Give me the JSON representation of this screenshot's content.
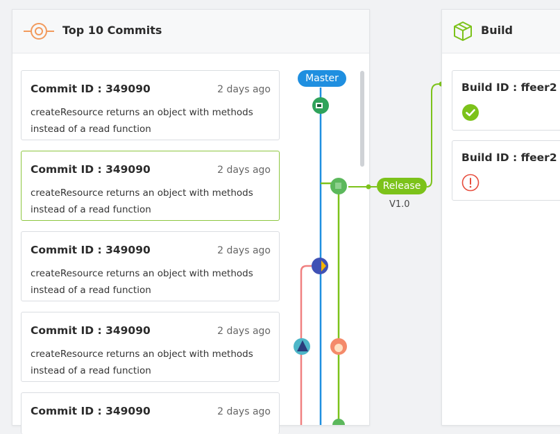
{
  "commits_panel": {
    "title": "Top 10 Commits",
    "commits": [
      {
        "id_label": "Commit ID : 349090",
        "time": "2 days ago",
        "message": "createResource returns an object with methods instead of a read function"
      },
      {
        "id_label": "Commit ID : 349090",
        "time": "2 days ago",
        "message": "createResource returns an object with methods instead of a read function"
      },
      {
        "id_label": "Commit ID : 349090",
        "time": "2 days ago",
        "message": "createResource returns an object with methods instead of a read function"
      },
      {
        "id_label": "Commit ID : 349090",
        "time": "2 days ago",
        "message": "createResource returns an object with methods instead of a read function"
      },
      {
        "id_label": "Commit ID : 349090",
        "time": "2 days ago",
        "message": ""
      }
    ]
  },
  "graph": {
    "master_label": "Master",
    "release_label": "Release",
    "release_version": "V1.0",
    "colors": {
      "master": "#1f8fe0",
      "release": "#7cc21a",
      "feature": "#f08080"
    }
  },
  "build_panel": {
    "title": "Build",
    "builds": [
      {
        "id_label": "Build ID : ffeer2",
        "status": "success",
        "status_icon": "check-circle-icon"
      },
      {
        "id_label": "Build ID : ffeer2",
        "status": "error",
        "status_icon": "alert-circle-icon"
      }
    ]
  }
}
